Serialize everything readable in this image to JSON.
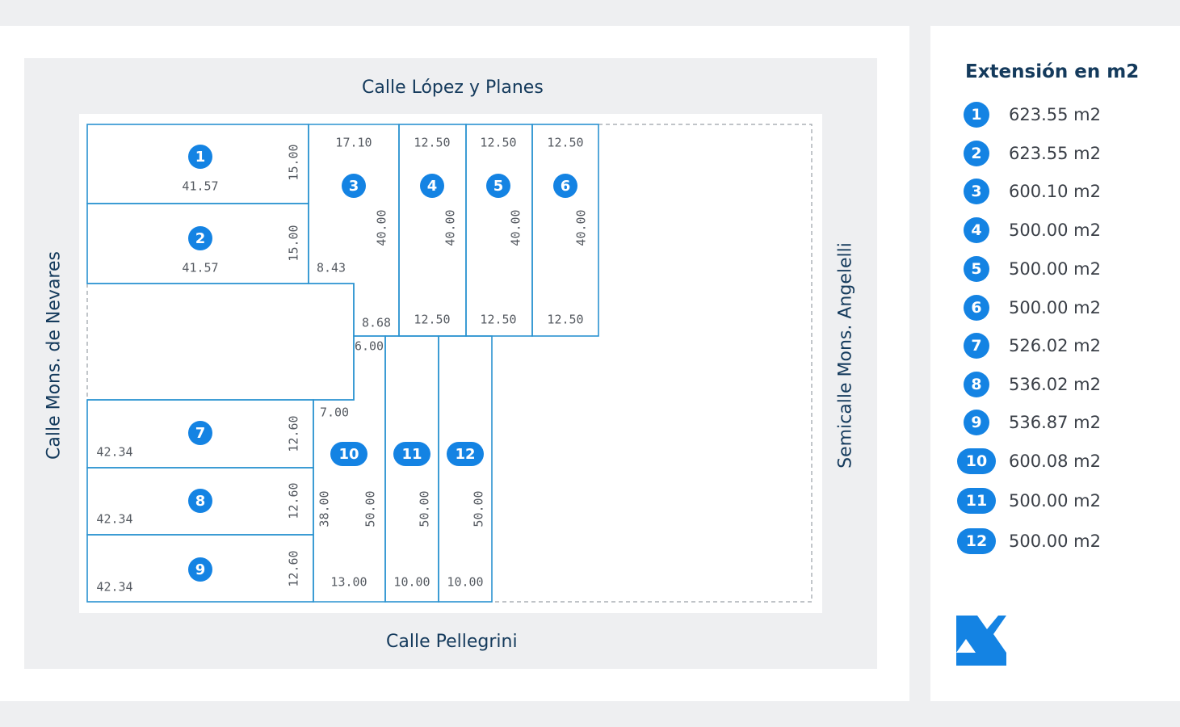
{
  "streets": {
    "top": "Calle López y Planes",
    "bottom": "Calle Pellegrini",
    "left": "Calle Mons. de Nevares",
    "right": "Semicalle Mons. Angelelli"
  },
  "legend": {
    "title": "Extensión en m2",
    "items": [
      {
        "lot": "1",
        "area": "623.55 m2"
      },
      {
        "lot": "2",
        "area": "623.55 m2"
      },
      {
        "lot": "3",
        "area": "600.10 m2"
      },
      {
        "lot": "4",
        "area": "500.00 m2"
      },
      {
        "lot": "5",
        "area": "500.00 m2"
      },
      {
        "lot": "6",
        "area": "500.00 m2"
      },
      {
        "lot": "7",
        "area": "526.02 m2"
      },
      {
        "lot": "8",
        "area": "536.02 m2"
      },
      {
        "lot": "9",
        "area": "536.87 m2"
      },
      {
        "lot": "10",
        "area": "600.08 m2"
      },
      {
        "lot": "11",
        "area": "500.00 m2"
      },
      {
        "lot": "12",
        "area": "500.00 m2"
      }
    ]
  },
  "lots": [
    {
      "id": "1",
      "labels": [
        "41.57",
        "15.00"
      ]
    },
    {
      "id": "2",
      "labels": [
        "41.57",
        "15.00"
      ]
    },
    {
      "id": "3",
      "labels": [
        "17.10",
        "40.00",
        "8.43",
        "8.68"
      ]
    },
    {
      "id": "4",
      "labels": [
        "12.50",
        "40.00",
        "12.50"
      ]
    },
    {
      "id": "5",
      "labels": [
        "12.50",
        "40.00",
        "12.50"
      ]
    },
    {
      "id": "6",
      "labels": [
        "12.50",
        "40.00",
        "12.50"
      ]
    },
    {
      "id": "7",
      "labels": [
        "42.34",
        "12.60"
      ]
    },
    {
      "id": "8",
      "labels": [
        "42.34",
        "12.60"
      ]
    },
    {
      "id": "9",
      "labels": [
        "42.34",
        "12.60"
      ]
    },
    {
      "id": "10",
      "labels": [
        "6.00",
        "7.00",
        "38.00",
        "50.00",
        "13.00"
      ]
    },
    {
      "id": "11",
      "labels": [
        "50.00",
        "10.00"
      ]
    },
    {
      "id": "12",
      "labels": [
        "50.00",
        "10.00"
      ]
    }
  ],
  "colors": {
    "lot_stroke": "#2b93d1",
    "badge": "#1483e3",
    "street_text": "#143a5c",
    "measure_text": "#555a61",
    "logo": "#1483e3"
  },
  "logo_icon": "z-brand-logo"
}
